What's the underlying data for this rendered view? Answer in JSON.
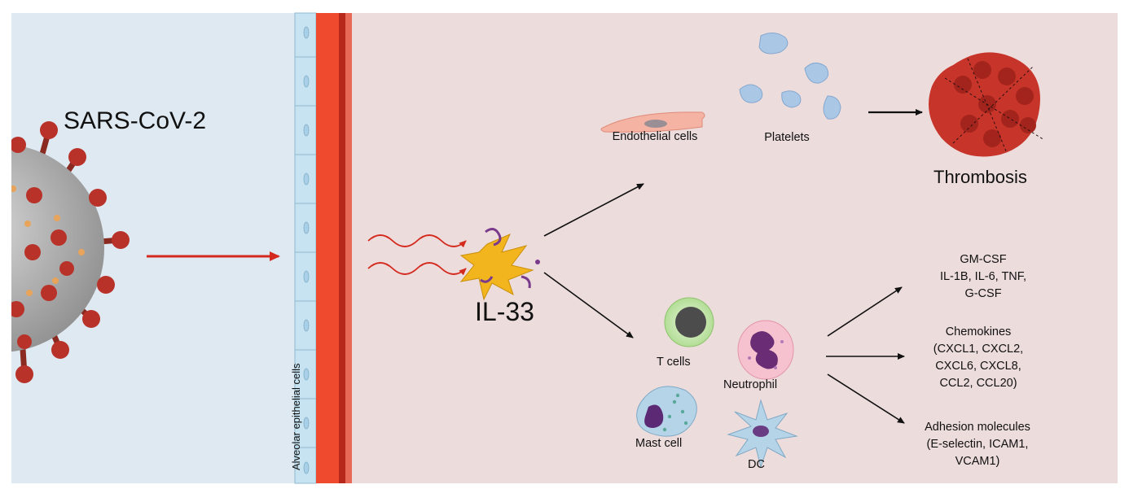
{
  "virus": {
    "title": "SARS-CoV-2"
  },
  "barrier": {
    "label": "Alveolar epithelial cells"
  },
  "cytokine": {
    "label": "IL-33"
  },
  "vascular": {
    "endothelial_label": "Endothelial cells",
    "platelets_label": "Platelets",
    "outcome_label": "Thrombosis"
  },
  "immune": {
    "tcell_label": "T cells",
    "neutrophil_label": "Neutrophil",
    "mastcell_label": "Mast cell",
    "dc_label": "DC"
  },
  "outputs": {
    "cytokines": "GM-CSF\nIL-1B, IL-6, TNF,\nG-CSF",
    "chemokines": "Chemokines\n(CXCL1, CXCL2,\nCXCL6, CXCL8,\nCCL2, CCL20)",
    "adhesion": "Adhesion molecules\n(E-selectin, ICAM1,\nVCAM1)"
  },
  "colors": {
    "alveolar_bg": "#dfe9f1",
    "tissue_bg": "#eddcdc",
    "vessel_red": "#ef4a2e",
    "arrow_red": "#d42a1e",
    "virus_spike": "#b8322a"
  }
}
